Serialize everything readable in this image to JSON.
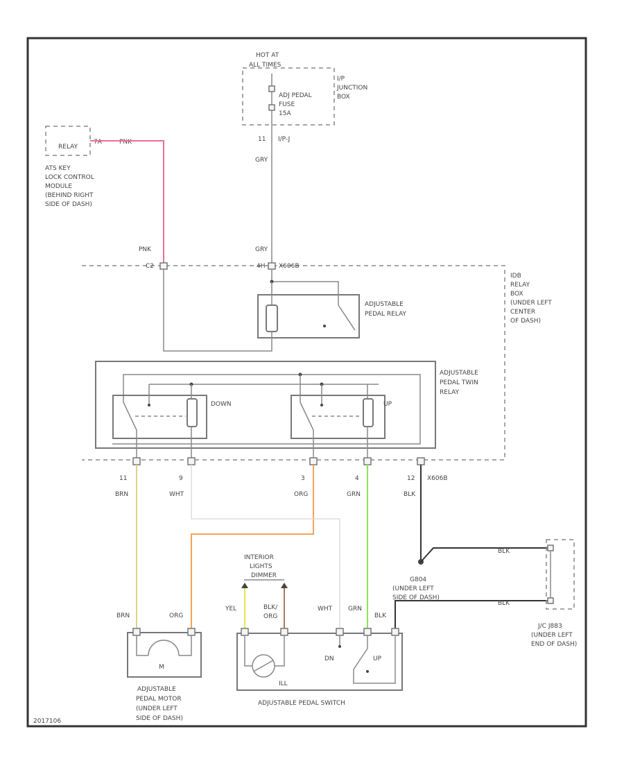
{
  "fuse_box": {
    "hot_at": "HOT AT",
    "all_times": "ALL TIMES",
    "fuse_name": "ADJ PEDAL",
    "fuse_label": "FUSE",
    "fuse_rating": "15A",
    "box_name_1": "I/P",
    "box_name_2": "JUNCTION",
    "box_name_3": "BOX",
    "pin": "11",
    "connector": "I/P-J"
  },
  "relay_source": {
    "relay": "RELAY",
    "pin_top": "7A",
    "wire_top": "PNK",
    "module_1": "ATS KEY",
    "module_2": "LOCK CONTROL",
    "module_3": "MODULE",
    "module_4": "(BEHIND RIGHT",
    "module_5": "SIDE OF DASH)"
  },
  "wires": {
    "gry_top": "GRY",
    "pnk_mid": "PNK",
    "gry_mid": "GRY",
    "pin_c2": "C2",
    "pin_c4": "4H",
    "conn_mid": "X606B",
    "pin_11": "11",
    "pin_9": "9",
    "pin_3": "3",
    "pin_4": "4",
    "pin_12": "12",
    "conn_bottom": "X606B",
    "brn": "BRN",
    "wht": "WHT",
    "org": "ORG",
    "grn": "GRN",
    "blk": "BLK"
  },
  "relays": {
    "pedal_relay_1": "ADJUSTABLE",
    "pedal_relay_2": "PEDAL RELAY",
    "twin_1": "ADJUSTABLE",
    "twin_2": "PEDAL TWIN",
    "twin_3": "RELAY",
    "down": "DOWN",
    "up": "UP"
  },
  "relay_box": {
    "line1": "IDB",
    "line2": "RELAY",
    "line3": "BOX",
    "line4": "(UNDER LEFT",
    "line5": "CENTER",
    "line6": "OF DASH)"
  },
  "ground": {
    "blk_right": "BLK",
    "blk_lower": "BLK",
    "g_name": "G804",
    "g_loc_1": "(UNDER LEFT",
    "g_loc_2": "SIDE OF DASH)",
    "jc_1": "J/C J883",
    "jc_2": "(UNDER LEFT",
    "jc_3": "END OF DASH)"
  },
  "motor": {
    "brn": "BRN",
    "org": "ORG",
    "m": "M",
    "name_1": "ADJUSTABLE",
    "name_2": "PEDAL MOTOR",
    "name_3": "(UNDER LEFT",
    "name_4": "SIDE OF DASH)"
  },
  "switch": {
    "lights_1": "INTERIOR",
    "lights_2": "LIGHTS",
    "lights_3": "DIMMER",
    "yel": "YEL",
    "blk_org_1": "BLK/",
    "blk_org_2": "ORG",
    "wht": "WHT",
    "grn": "GRN",
    "blk": "BLK",
    "dn": "DN",
    "up": "UP",
    "ill": "ILL",
    "name": "ADJUSTABLE PEDAL SWITCH"
  },
  "footer": {
    "code": "2017106"
  },
  "colors": {
    "pink": "#f06a9a",
    "orange": "#f5a25a",
    "green": "#8ee65a",
    "tan": "#e0cf88",
    "yellow": "#e4e44a",
    "brown": "#a9775a",
    "black": "#333333",
    "white_wire": "#dddddd"
  }
}
